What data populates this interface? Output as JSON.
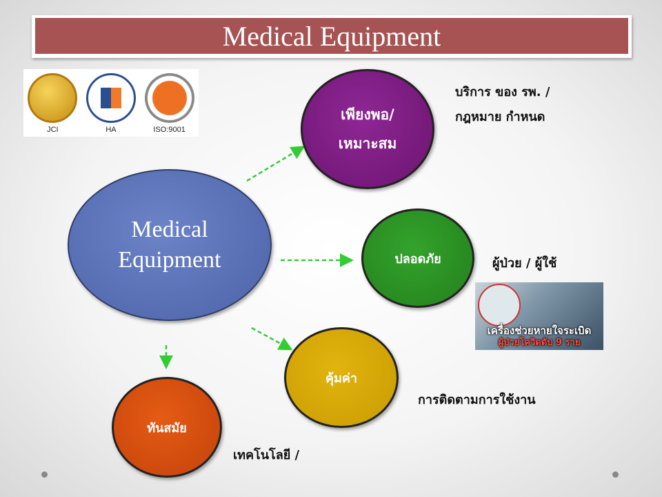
{
  "title": "Medical Equipment",
  "logos": [
    {
      "label": "JCI",
      "color": "#d9a520"
    },
    {
      "label": "HA",
      "color": "#2a4e8f"
    },
    {
      "label": "ISO:9001",
      "color": "#ee7022"
    }
  ],
  "center": {
    "line1": "Medical",
    "line2": "Equipment"
  },
  "nodes": [
    {
      "line1": "เพียงพอ/",
      "line2": "เหมาะสม",
      "note1": "บริการ ของ รพ.  /",
      "note2": "กฎหมาย กำหนด"
    },
    {
      "label": "ปลอดภัย",
      "note": "ผู้ป่วย / ผู้ใช้"
    },
    {
      "label": "คุ้มค่า",
      "note": "การติดตามการใช้งาน"
    },
    {
      "label": "ทันสมัย",
      "note": "เทคโนโลยี /"
    }
  ],
  "photo": {
    "caption1": "เครื่องช่วยหายใจระเบิด",
    "caption2": "ผู้ป่วยโควิดดับ 9 ราย"
  },
  "colors": {
    "arrow": "#33cc33",
    "title_bg": "#a75353"
  }
}
